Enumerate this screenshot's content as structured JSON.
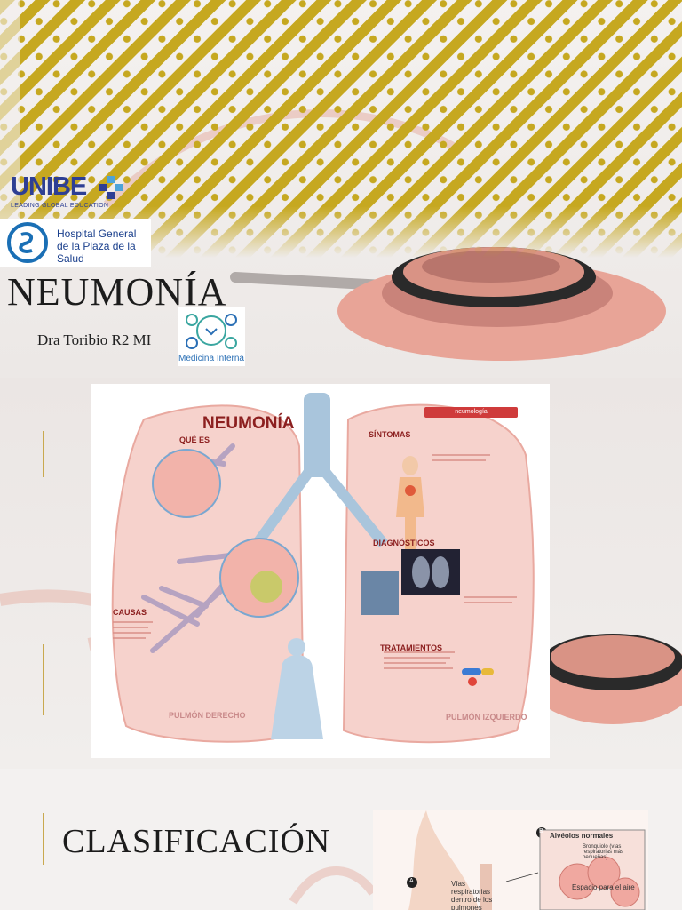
{
  "slide1": {
    "unibe_logo": {
      "name": "UNIBE",
      "tagline": "LEADING GLOBAL EDUCATION"
    },
    "hospital_logo": {
      "line1": "Hospital General",
      "line2": "de la Plaza de la Salud"
    },
    "title": "NEUMONÍA",
    "author": "Dra Toribio R2 MI",
    "medicina_logo": {
      "text": "Medicina Interna"
    },
    "colors": {
      "pattern": "#c6a820",
      "accent": "#c9a94f",
      "stethoscope": "#e8a497"
    }
  },
  "slide2": {
    "infographic": {
      "title": "NEUMONÍA",
      "badge": "neumología",
      "sections": {
        "que_es": "QUÉ ES",
        "causas": "CAUSAS",
        "sintomas": "SÍNTOMAS",
        "diagnosticos": "DIAGNÓSTICOS",
        "tratamientos": "TRATAMIENTOS"
      },
      "footer_left": "PULMÓN DERECHO",
      "footer_right": "PULMÓN IZQUIERDO"
    }
  },
  "slide3": {
    "title": "CLASIFICACIÓN",
    "figure": {
      "label_a": "A",
      "label_b": "B",
      "header": "Alvéolos normales",
      "bronquiolo": "Bronquiolo (vías respiratorias más pequeñas)",
      "vias": "Vías respiratorias dentro de los pulmones",
      "espacio": "Espacio para el aire"
    }
  }
}
